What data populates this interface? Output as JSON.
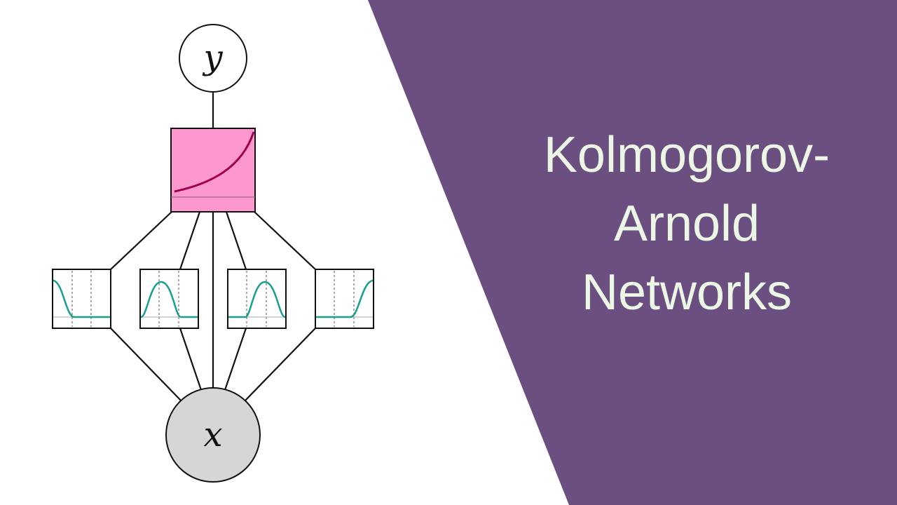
{
  "title_lines": [
    "Kolmogorov-",
    "Arnold",
    "Networks"
  ],
  "nodes": {
    "output": {
      "label": "y"
    },
    "input": {
      "label": "x"
    }
  },
  "colors": {
    "background_purple": "#6a4f80",
    "title_text": "#ecf6e4",
    "sum_box_fill": "#fd98cf",
    "sum_curve": "#a0004f",
    "activation_curve": "#1a9e8e",
    "input_node_fill": "#d6d6d6",
    "edge": "#111111"
  }
}
